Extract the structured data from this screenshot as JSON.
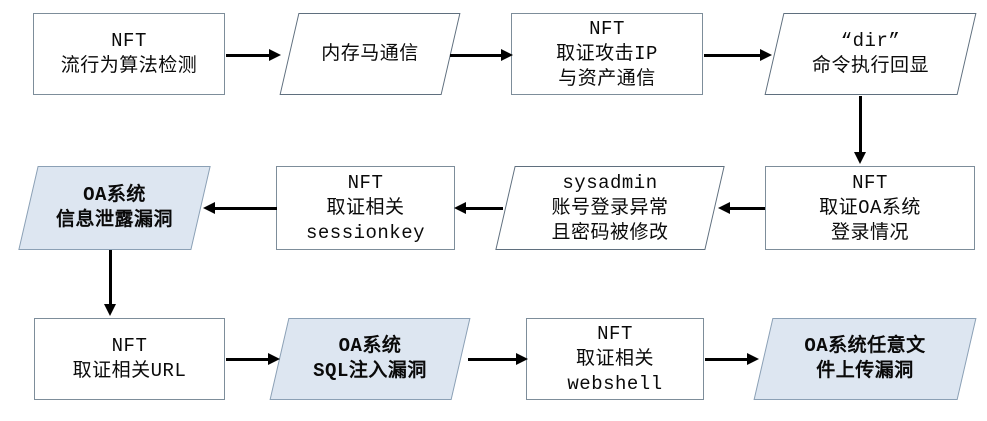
{
  "diagram": {
    "type": "flowchart",
    "title": "",
    "colors": {
      "background": "#ffffff",
      "rect_fill": "#ffffff",
      "rect_border": "#7d8d9a",
      "parallelogram_border": "#5f6f7e",
      "highlight_fill": "#dde6f1",
      "highlight_border": "#8ba0b5",
      "arrow": "#000000",
      "text": "#0a0a0a"
    },
    "nodes": [
      {
        "id": "nft-flow-behavior-detection",
        "shape": "rect",
        "lines": [
          "NFT",
          "流行为算法检测"
        ]
      },
      {
        "id": "memory-trojan-communication",
        "shape": "parallelogram",
        "lines": [
          "内存马通信"
        ]
      },
      {
        "id": "nft-forensic-attack-ip",
        "shape": "rect",
        "lines": [
          "NFT",
          "取证攻击IP",
          "与资产通信"
        ]
      },
      {
        "id": "dir-command-echo",
        "shape": "parallelogram",
        "lines": [
          "“dir”",
          "命令执行回显"
        ]
      },
      {
        "id": "nft-forensic-oa-login",
        "shape": "rect",
        "lines": [
          "NFT",
          "取证OA系统",
          "登录情况"
        ]
      },
      {
        "id": "sysadmin-abnormal-login",
        "shape": "parallelogram",
        "lines": [
          "sysadmin",
          "账号登录异常",
          "且密码被修改"
        ]
      },
      {
        "id": "nft-forensic-sessionkey",
        "shape": "rect",
        "lines": [
          "NFT",
          "取证相关",
          "sessionkey"
        ]
      },
      {
        "id": "oa-info-leak-vuln",
        "shape": "parallelogram-highlight",
        "lines": [
          "OA系统",
          "信息泄露漏洞"
        ]
      },
      {
        "id": "nft-forensic-url",
        "shape": "rect",
        "lines": [
          "NFT",
          "取证相关URL"
        ]
      },
      {
        "id": "oa-sql-injection-vuln",
        "shape": "parallelogram-highlight",
        "lines": [
          "OA系统",
          "SQL注入漏洞"
        ]
      },
      {
        "id": "nft-forensic-webshell",
        "shape": "rect",
        "lines": [
          "NFT",
          "取证相关",
          "webshell"
        ]
      },
      {
        "id": "oa-arbitrary-file-upload-vuln",
        "shape": "parallelogram-highlight",
        "lines": [
          "OA系统任意文",
          "件上传漏洞"
        ]
      }
    ],
    "edges": [
      {
        "from": "nft-flow-behavior-detection",
        "to": "memory-trojan-communication",
        "direction": "right"
      },
      {
        "from": "memory-trojan-communication",
        "to": "nft-forensic-attack-ip",
        "direction": "right"
      },
      {
        "from": "nft-forensic-attack-ip",
        "to": "dir-command-echo",
        "direction": "right"
      },
      {
        "from": "dir-command-echo",
        "to": "nft-forensic-oa-login",
        "direction": "down"
      },
      {
        "from": "nft-forensic-oa-login",
        "to": "sysadmin-abnormal-login",
        "direction": "left"
      },
      {
        "from": "sysadmin-abnormal-login",
        "to": "nft-forensic-sessionkey",
        "direction": "left"
      },
      {
        "from": "nft-forensic-sessionkey",
        "to": "oa-info-leak-vuln",
        "direction": "left"
      },
      {
        "from": "oa-info-leak-vuln",
        "to": "nft-forensic-url",
        "direction": "down"
      },
      {
        "from": "nft-forensic-url",
        "to": "oa-sql-injection-vuln",
        "direction": "right"
      },
      {
        "from": "oa-sql-injection-vuln",
        "to": "nft-forensic-webshell",
        "direction": "right"
      },
      {
        "from": "nft-forensic-webshell",
        "to": "oa-arbitrary-file-upload-vuln",
        "direction": "right"
      }
    ]
  }
}
